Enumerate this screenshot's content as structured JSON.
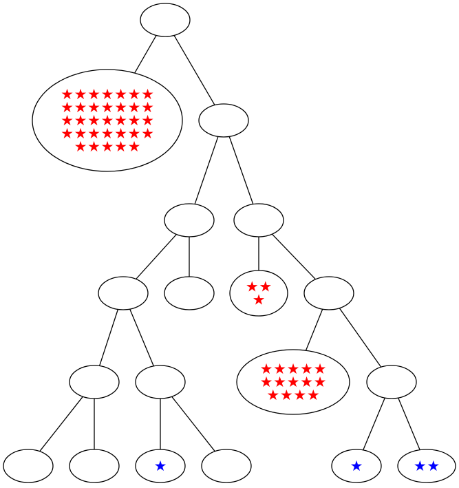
{
  "colors": {
    "red_star": "#ff0000",
    "blue_star": "#0000ff",
    "stroke": "#000000",
    "background": "#ffffff"
  },
  "star_glyph": "★",
  "tree": {
    "nodes": [
      {
        "id": "root",
        "stars": 0,
        "star_color": ""
      },
      {
        "id": "n1",
        "stars": 33,
        "star_color": "red"
      },
      {
        "id": "n2",
        "stars": 0,
        "star_color": ""
      },
      {
        "id": "n3",
        "stars": 0,
        "star_color": ""
      },
      {
        "id": "n4",
        "stars": 0,
        "star_color": ""
      },
      {
        "id": "n5",
        "stars": 0,
        "star_color": ""
      },
      {
        "id": "n6",
        "stars": 0,
        "star_color": ""
      },
      {
        "id": "n7",
        "stars": 3,
        "star_color": "red"
      },
      {
        "id": "n8",
        "stars": 0,
        "star_color": ""
      },
      {
        "id": "n9",
        "stars": 0,
        "star_color": ""
      },
      {
        "id": "n10",
        "stars": 0,
        "star_color": ""
      },
      {
        "id": "n11",
        "stars": 14,
        "star_color": "red"
      },
      {
        "id": "n12",
        "stars": 0,
        "star_color": ""
      },
      {
        "id": "n13",
        "stars": 0,
        "star_color": ""
      },
      {
        "id": "n14",
        "stars": 0,
        "star_color": ""
      },
      {
        "id": "n15",
        "stars": 1,
        "star_color": "blue"
      },
      {
        "id": "n16",
        "stars": 0,
        "star_color": ""
      },
      {
        "id": "n17",
        "stars": 1,
        "star_color": "blue"
      },
      {
        "id": "n18",
        "stars": 2,
        "star_color": "blue"
      }
    ],
    "edges": [
      [
        "root",
        "n1"
      ],
      [
        "root",
        "n2"
      ],
      [
        "n2",
        "n3"
      ],
      [
        "n2",
        "n4"
      ],
      [
        "n3",
        "n5"
      ],
      [
        "n3",
        "n6"
      ],
      [
        "n4",
        "n7"
      ],
      [
        "n4",
        "n8"
      ],
      [
        "n5",
        "n9"
      ],
      [
        "n5",
        "n10"
      ],
      [
        "n8",
        "n11"
      ],
      [
        "n8",
        "n12"
      ],
      [
        "n9",
        "n13"
      ],
      [
        "n9",
        "n14"
      ],
      [
        "n10",
        "n15"
      ],
      [
        "n10",
        "n16"
      ],
      [
        "n12",
        "n17"
      ],
      [
        "n12",
        "n18"
      ]
    ]
  }
}
